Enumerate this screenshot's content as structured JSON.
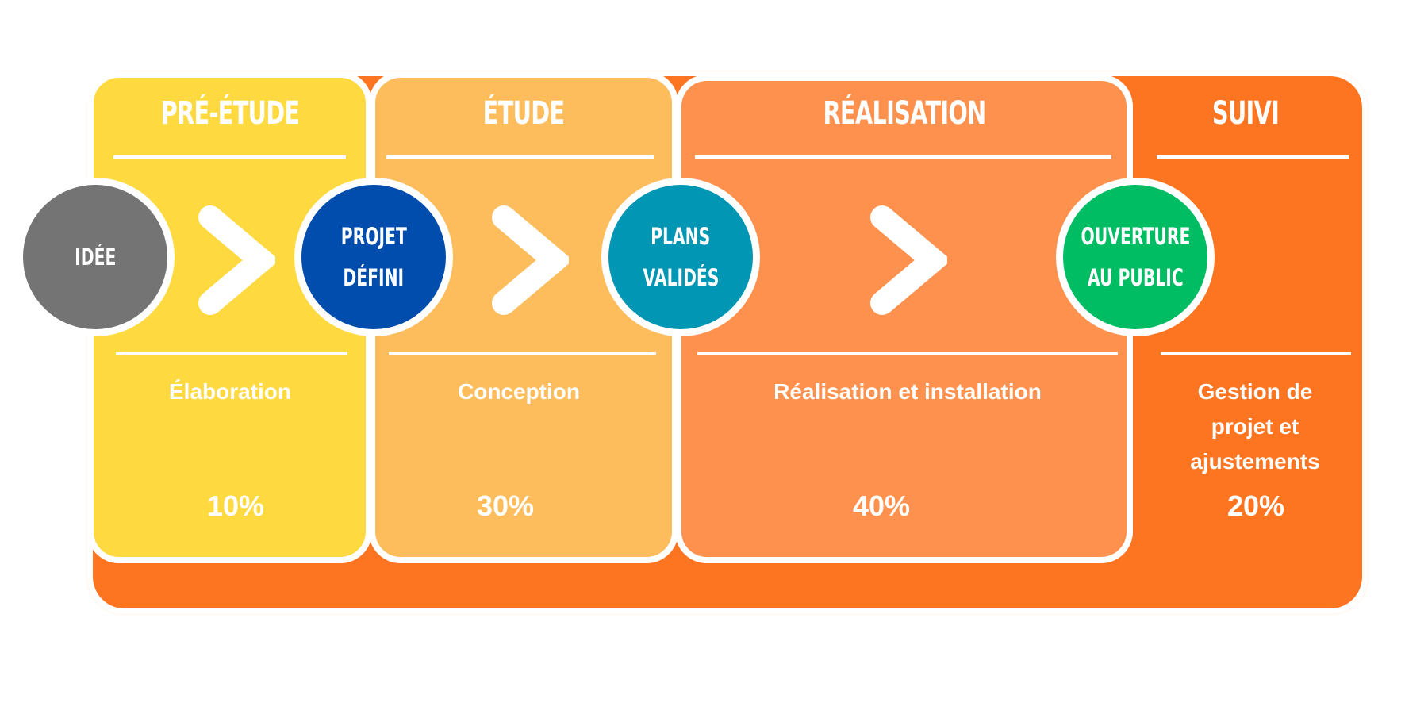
{
  "colors": {
    "pre_etude": "#FED93F",
    "etude": "#FDBD5C",
    "realisation": "#FE914E",
    "suivi": "#FE7521",
    "idee": "#747474",
    "projet_defini": "#004DAE",
    "plans_valides": "#0096B4",
    "ouverture": "#00BC63"
  },
  "phases": [
    {
      "title": "PRÉ-ÉTUDE",
      "description": "Élaboration",
      "percent": "10%"
    },
    {
      "title": "ÉTUDE",
      "description": "Conception",
      "percent": "30%"
    },
    {
      "title": "RÉALISATION",
      "description": "Réalisation et installation",
      "percent": "40%"
    },
    {
      "title": "SUIVI",
      "description_lines": [
        "Gestion de",
        "projet et",
        "ajustements"
      ],
      "percent": "20%"
    }
  ],
  "milestones": [
    {
      "lines": [
        "IDÉE"
      ]
    },
    {
      "lines": [
        "PROJET",
        "DÉFINI"
      ]
    },
    {
      "lines": [
        "PLANS",
        "VALIDÉS"
      ]
    },
    {
      "lines": [
        "OUVERTURE",
        "AU PUBLIC"
      ]
    }
  ],
  "arrows": [
    "chevron-right",
    "chevron-right",
    "chevron-right"
  ]
}
